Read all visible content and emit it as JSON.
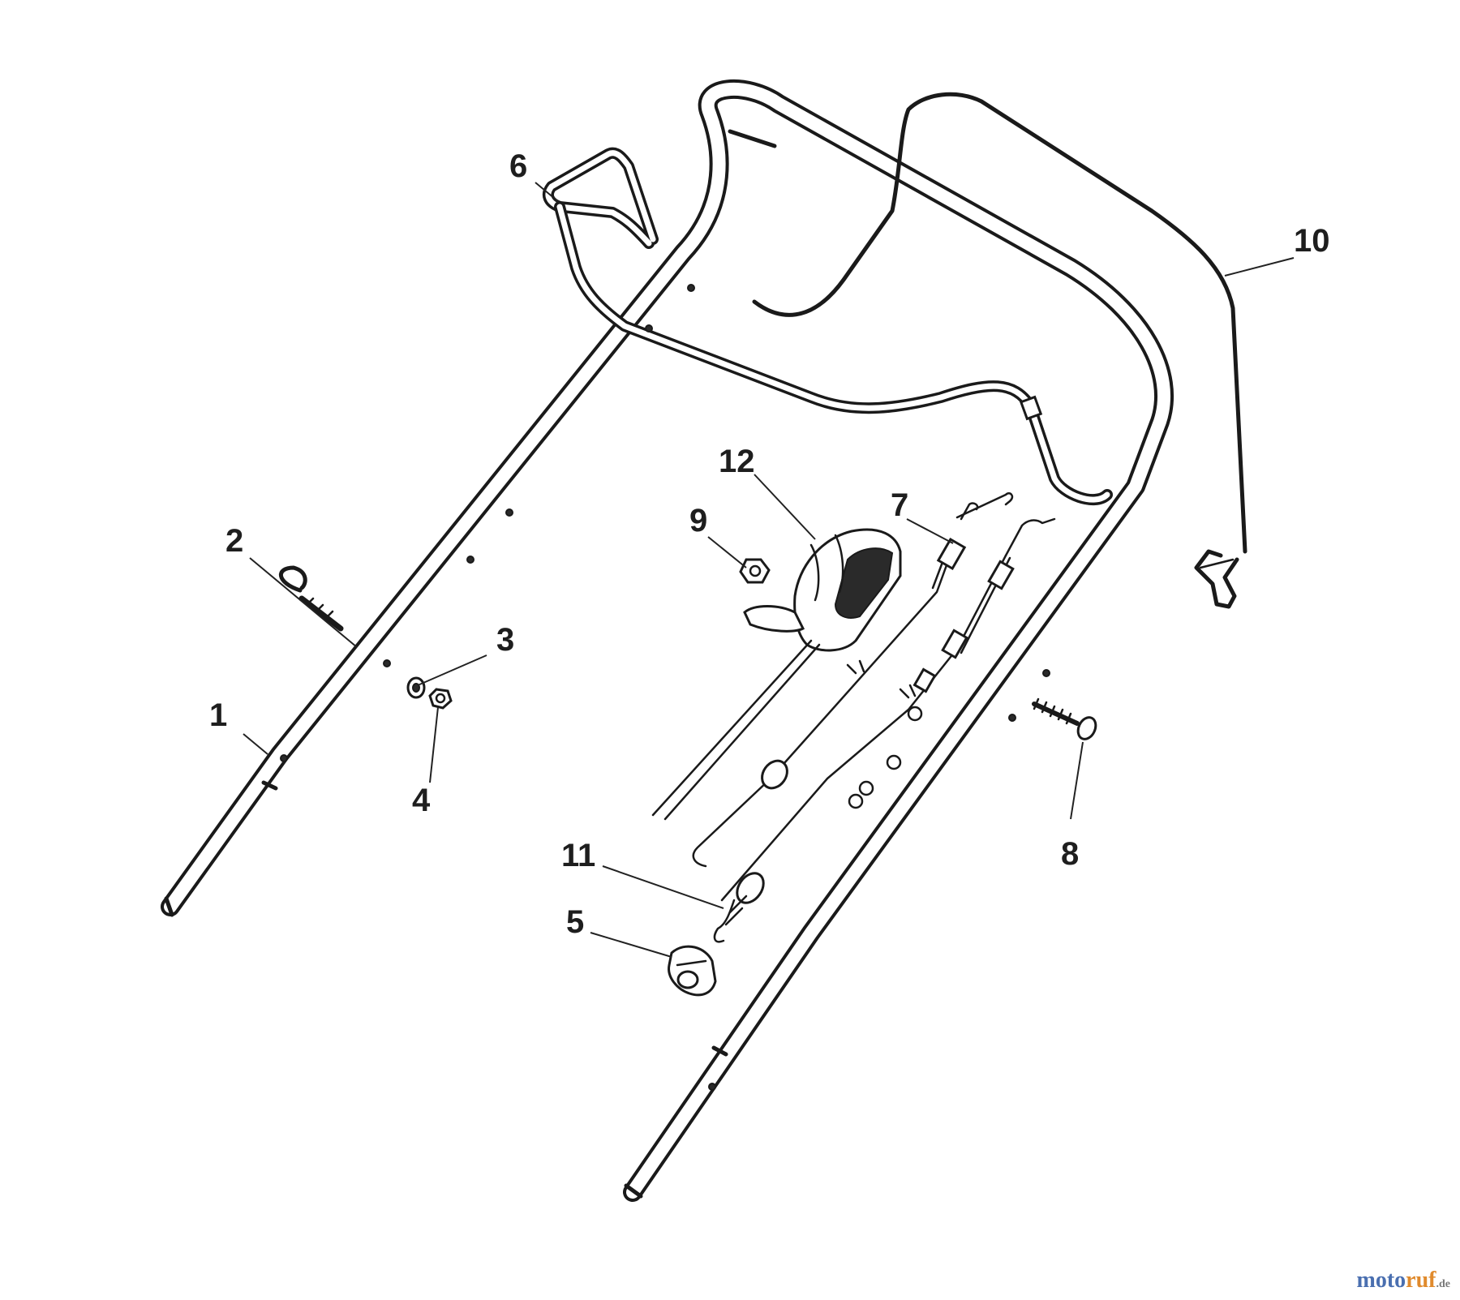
{
  "callouts": {
    "c1": "1",
    "c2": "2",
    "c3": "3",
    "c4": "4",
    "c5": "5",
    "c6": "6",
    "c7": "7",
    "c8": "8",
    "c9": "9",
    "c10": "10",
    "c11": "11",
    "c12": "12"
  },
  "watermark": {
    "part1": "moto",
    "part2": "ruf",
    "part3": ".de"
  }
}
